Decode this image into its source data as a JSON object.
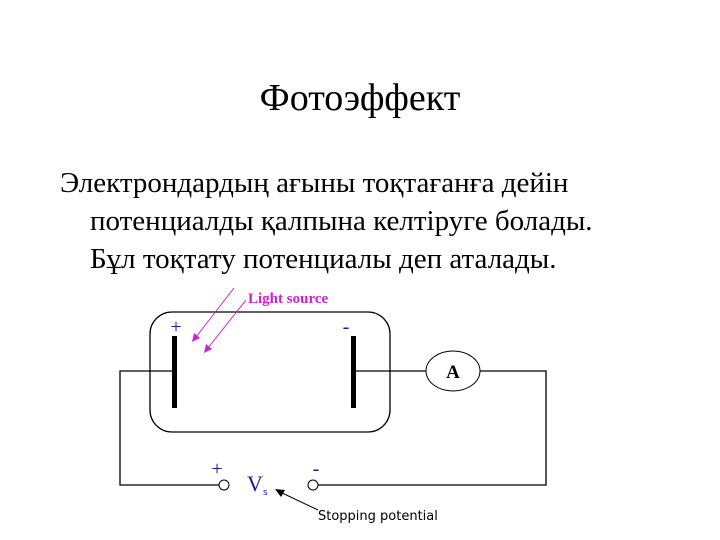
{
  "slide": {
    "title": "Фотоэффект",
    "body_lines": [
      "Электрондардың ағыны тоқтағанға дейін",
      "потенциалды қалпына келтіруге болады.",
      "Бұл тоқтату потенциалы деп аталады."
    ]
  },
  "diagram": {
    "light_source_label": "Light source",
    "tube_plus": "+",
    "tube_minus": "-",
    "ammeter_label": "A",
    "source_plus": "+",
    "source_minus": "-",
    "voltage_symbol": "V",
    "voltage_subscript": "s",
    "stopping_potential_label": "Stopping potential",
    "colors": {
      "light": "#cc22cc",
      "sign": "#1a1aa0",
      "wire": "#000000"
    }
  }
}
